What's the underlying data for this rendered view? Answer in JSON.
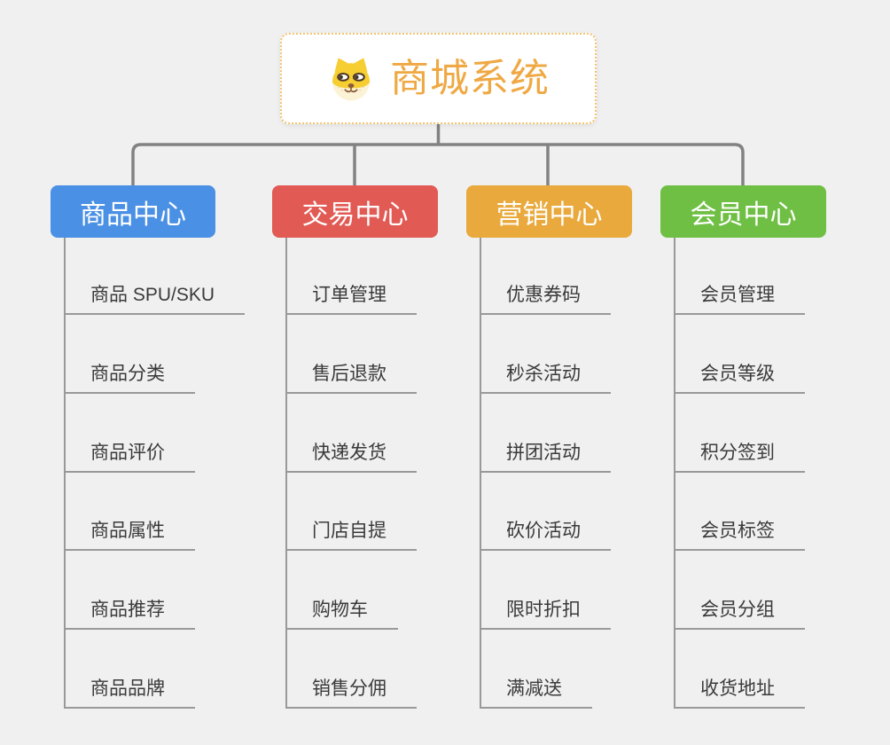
{
  "root": {
    "title": "商城系统",
    "icon": "doge-dog-face-icon",
    "title_color": "#efa843",
    "border_color": "#f3c36e"
  },
  "line_colors": {
    "connector": "#828282",
    "branch_line": "#999999"
  },
  "branches": [
    {
      "label": "商品中心",
      "color": "#4a90e4",
      "children": [
        "商品 SPU/SKU",
        "商品分类",
        "商品评价",
        "商品属性",
        "商品推荐",
        "商品品牌"
      ]
    },
    {
      "label": "交易中心",
      "color": "#e25a54",
      "children": [
        "订单管理",
        "售后退款",
        "快递发货",
        "门店自提",
        "购物车",
        "销售分佣"
      ]
    },
    {
      "label": "营销中心",
      "color": "#e9a93c",
      "children": [
        "优惠券码",
        "秒杀活动",
        "拼团活动",
        "砍价活动",
        "限时折扣",
        "满减送"
      ]
    },
    {
      "label": "会员中心",
      "color": "#6fbf44",
      "children": [
        "会员管理",
        "会员等级",
        "积分签到",
        "会员标签",
        "会员分组",
        "收货地址"
      ]
    }
  ]
}
